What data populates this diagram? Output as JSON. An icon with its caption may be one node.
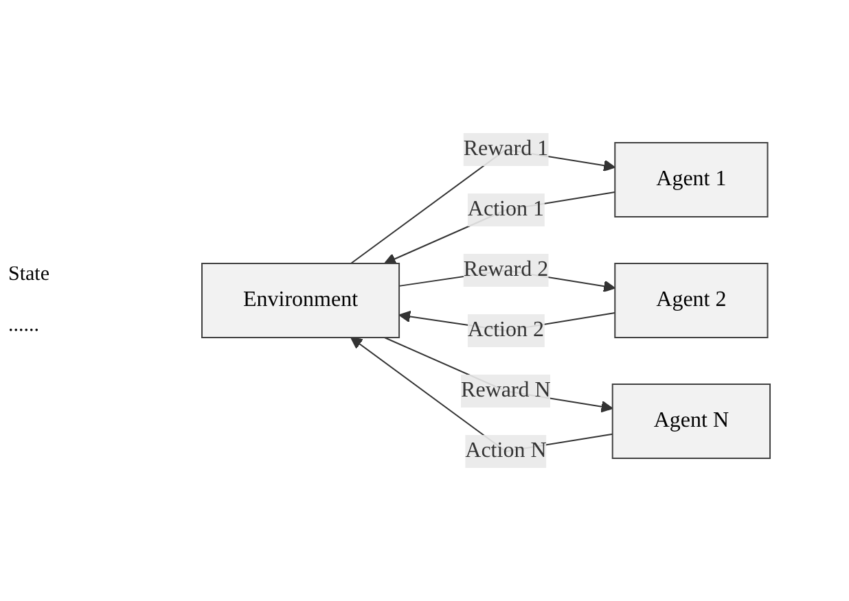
{
  "diagram": {
    "nodes": [
      {
        "text": [
          "Environment"
        ]
      },
      {
        "text": [
          "Agent 1"
        ]
      },
      {
        "text": [
          "Agent 2"
        ]
      },
      {
        "text": [
          "Agent N"
        ]
      }
    ],
    "edges": [
      {
        "from": 0,
        "to": 1,
        "arrow": "to",
        "label": "Reward 1"
      },
      {
        "from": 0,
        "to": 2,
        "arrow": "to",
        "label": "Reward 2"
      },
      {
        "from": 0,
        "to": 3,
        "arrow": "to",
        "label": "Reward N"
      },
      {
        "from": 1,
        "to": 0,
        "arrow": "to",
        "label": "Action 1"
      },
      {
        "from": 2,
        "to": 0,
        "arrow": "to",
        "label": "Action 2"
      },
      {
        "from": 3,
        "to": 0,
        "arrow": "to",
        "label": "Action N"
      }
    ],
    "labels": [
      "State",
      "......"
    ]
  }
}
